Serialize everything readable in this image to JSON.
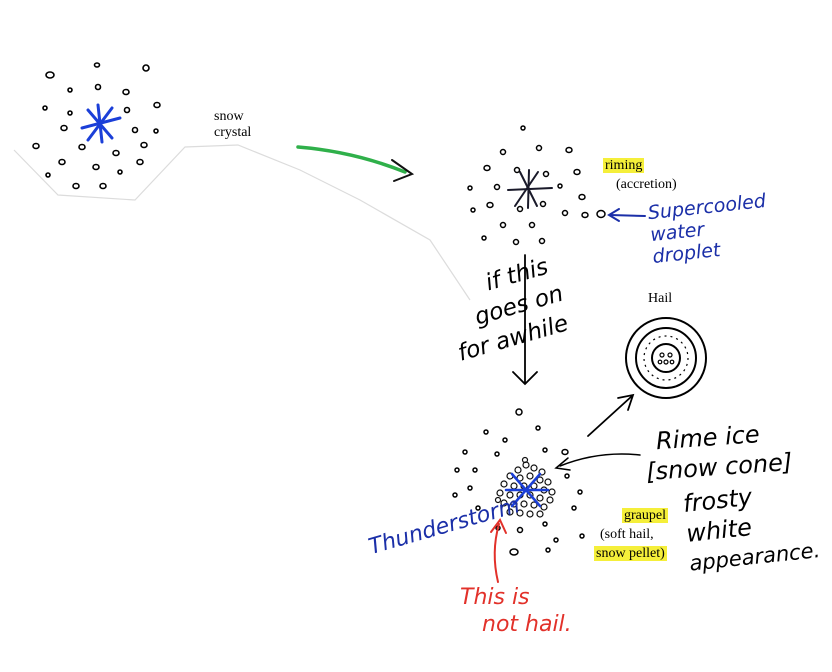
{
  "labels": {
    "snow_crystal_line1": "snow",
    "snow_crystal_line2": "crystal",
    "riming": "riming",
    "accretion": "(accretion)",
    "supercooled_line1": "Supercooled",
    "supercooled_line2": "water",
    "supercooled_line3": "droplet",
    "if_this_line1": "if this",
    "if_this_line2": "goes on",
    "if_this_line3": "for awhile",
    "hail": "Hail",
    "rime_line1": "Rime ice",
    "rime_line2": "[snow cone]",
    "frosty_line1": "frosty",
    "frosty_line2": "white",
    "frosty_line3": "appearance.",
    "graupel": "graupel",
    "soft_hail": "(soft hail,",
    "snow_pellet": "snow pellet)",
    "thunderstorm": "Thunderstorm",
    "not_hail_line1": "This is",
    "not_hail_line2": "not hail."
  },
  "colors": {
    "ink": "#000000",
    "crystal_blue": "#1b3fd8",
    "note_blue": "#1b2fa8",
    "note_red": "#e2312a",
    "arrow_green": "#2fb04a",
    "highlight": "#f5ef3a",
    "paper_edge": "#d9d9d9"
  }
}
